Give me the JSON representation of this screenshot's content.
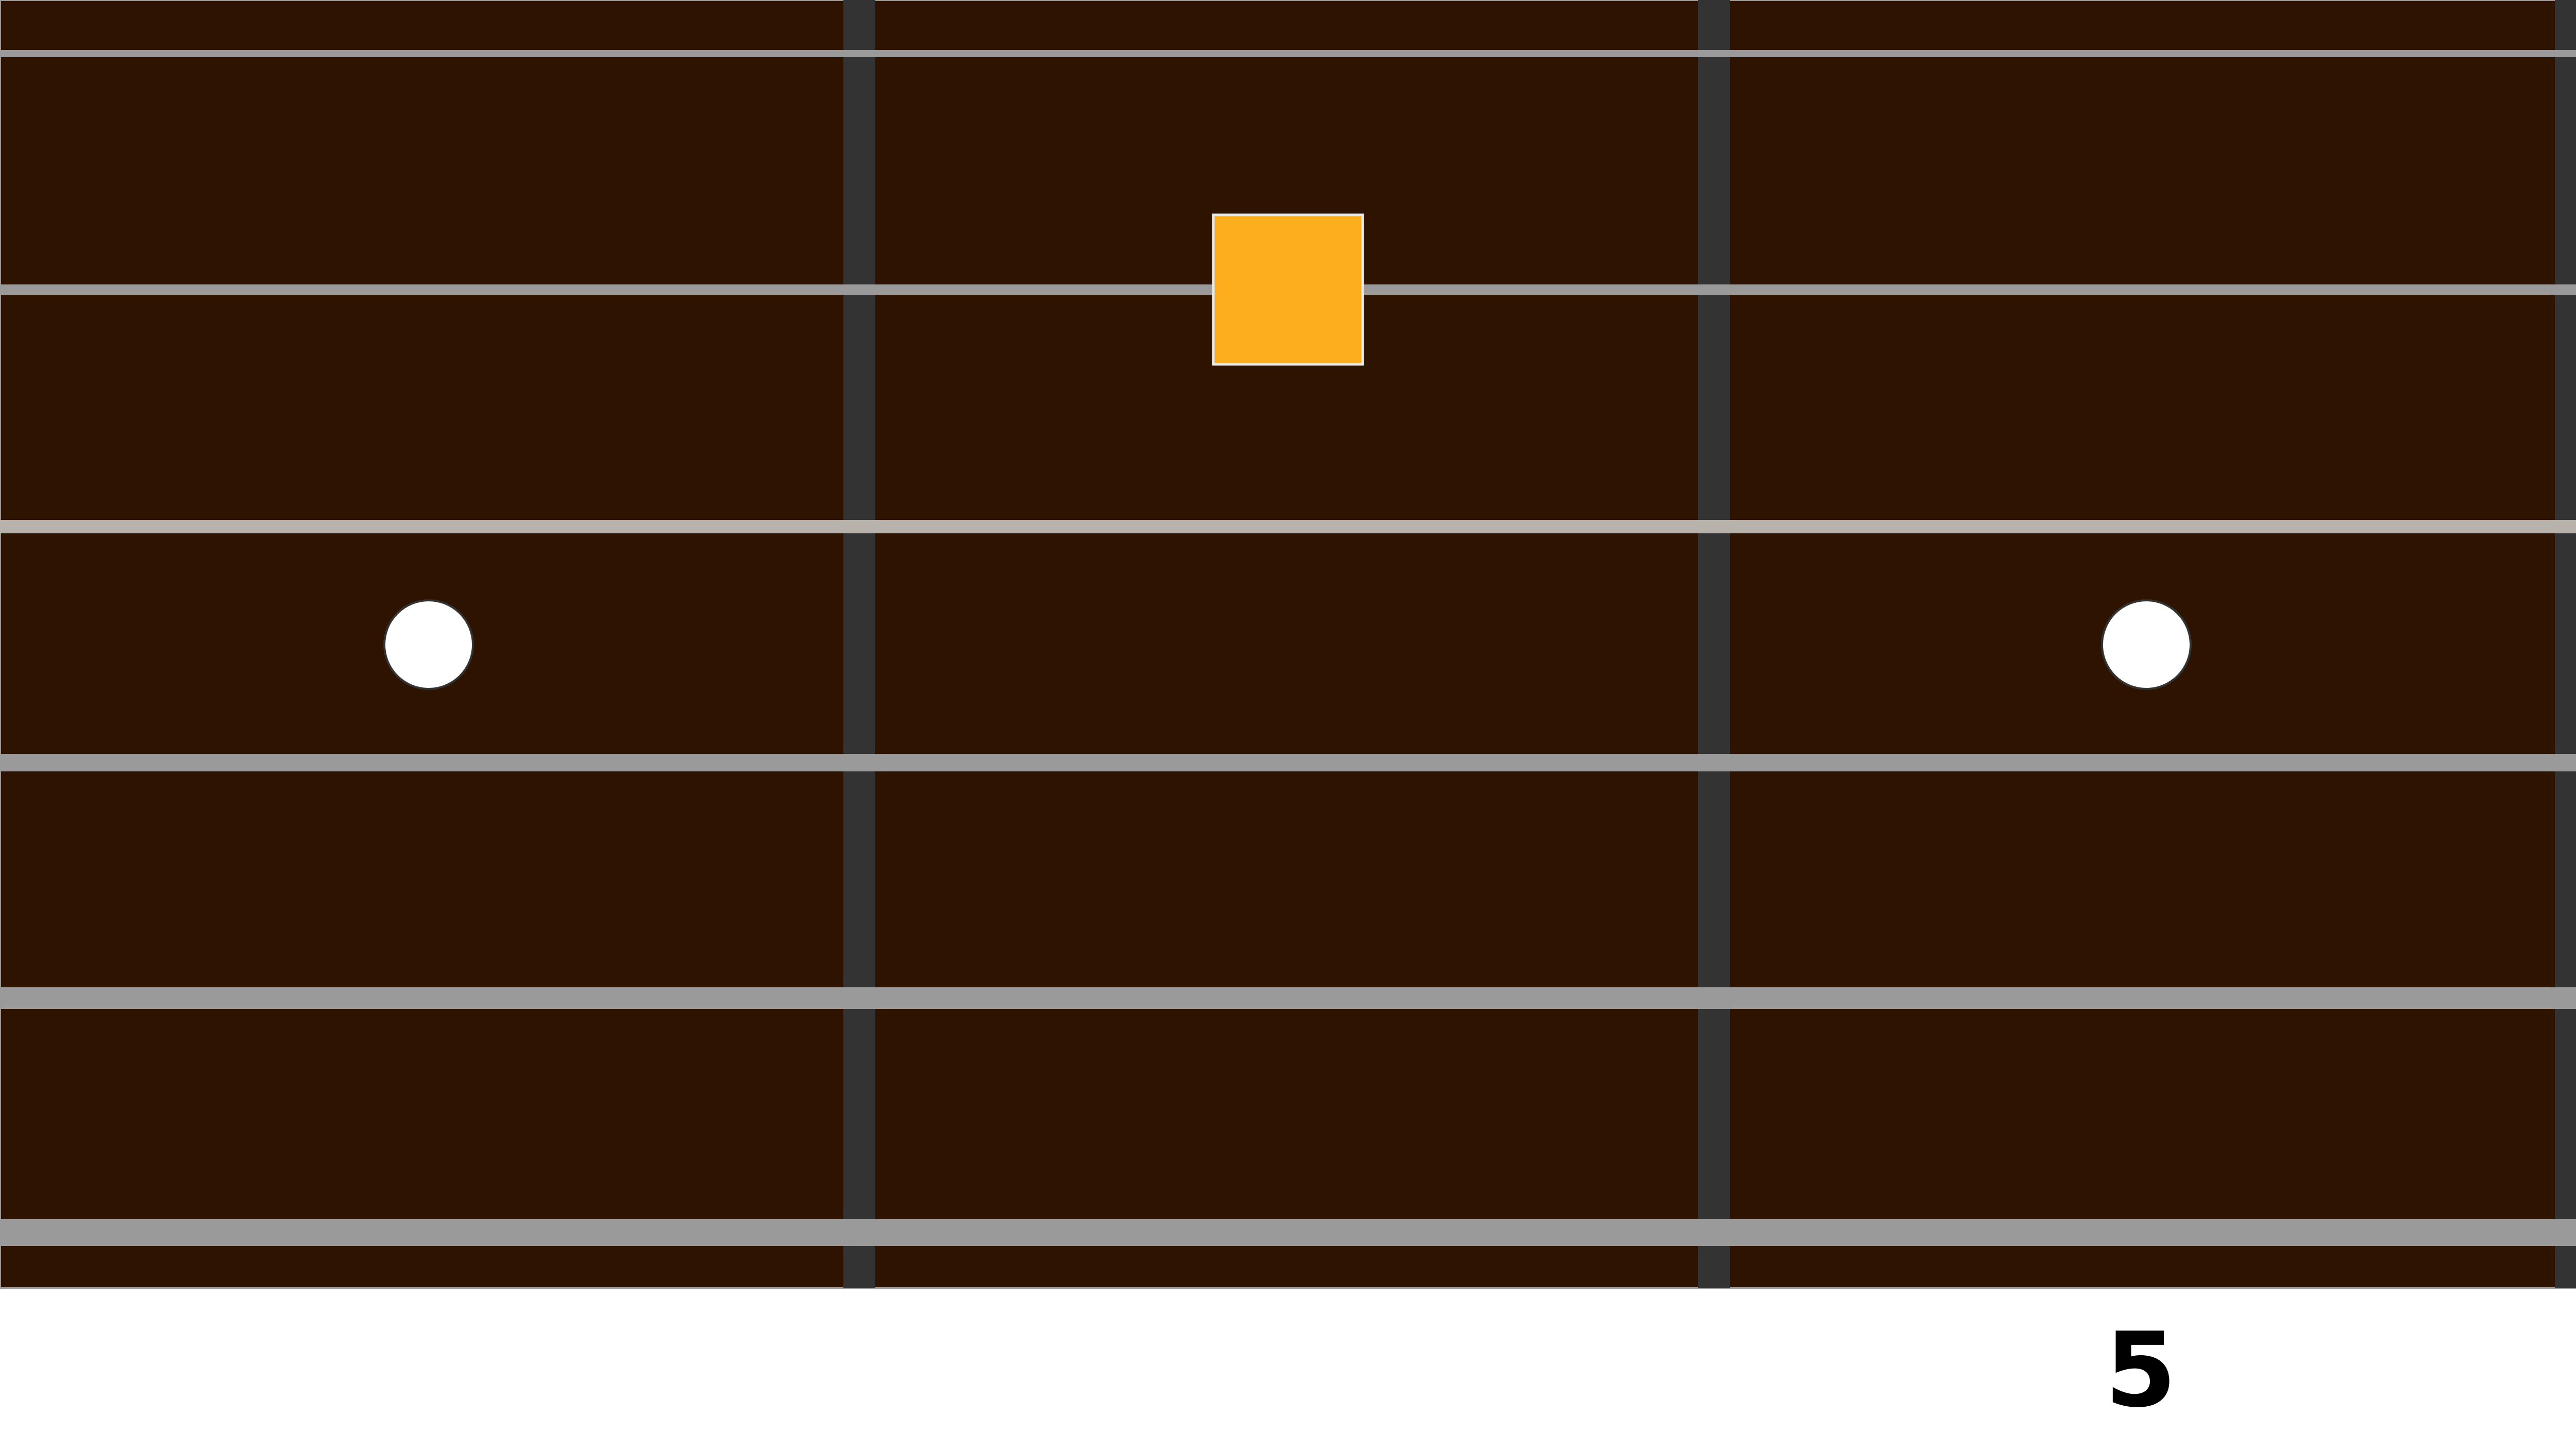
{
  "colors": {
    "fretboard": "#2e1400",
    "fretboard_border": "#9a9a9a",
    "fret": "#333333",
    "string": "#9a9a9a",
    "string_top": "#b8b2ad",
    "inlay": "#ffffff",
    "inlay_border": "#333333",
    "note_marker": "#fcae1c",
    "note_marker_border": "#e8e8e8",
    "fret_number": "#000000",
    "background": "#ffffff"
  },
  "fretboard": {
    "string_count": 6,
    "frets_visible": [
      3,
      4,
      5
    ],
    "inlay_frets": [
      3,
      5
    ],
    "fret_numbers": [
      {
        "fret": 5,
        "label": "5"
      }
    ]
  },
  "notes": [
    {
      "string": 2,
      "fret": 4,
      "shape": "square-marker-icon"
    }
  ],
  "icons": {
    "inlay": "circle-inlay-icon",
    "note": "square-marker-icon"
  }
}
